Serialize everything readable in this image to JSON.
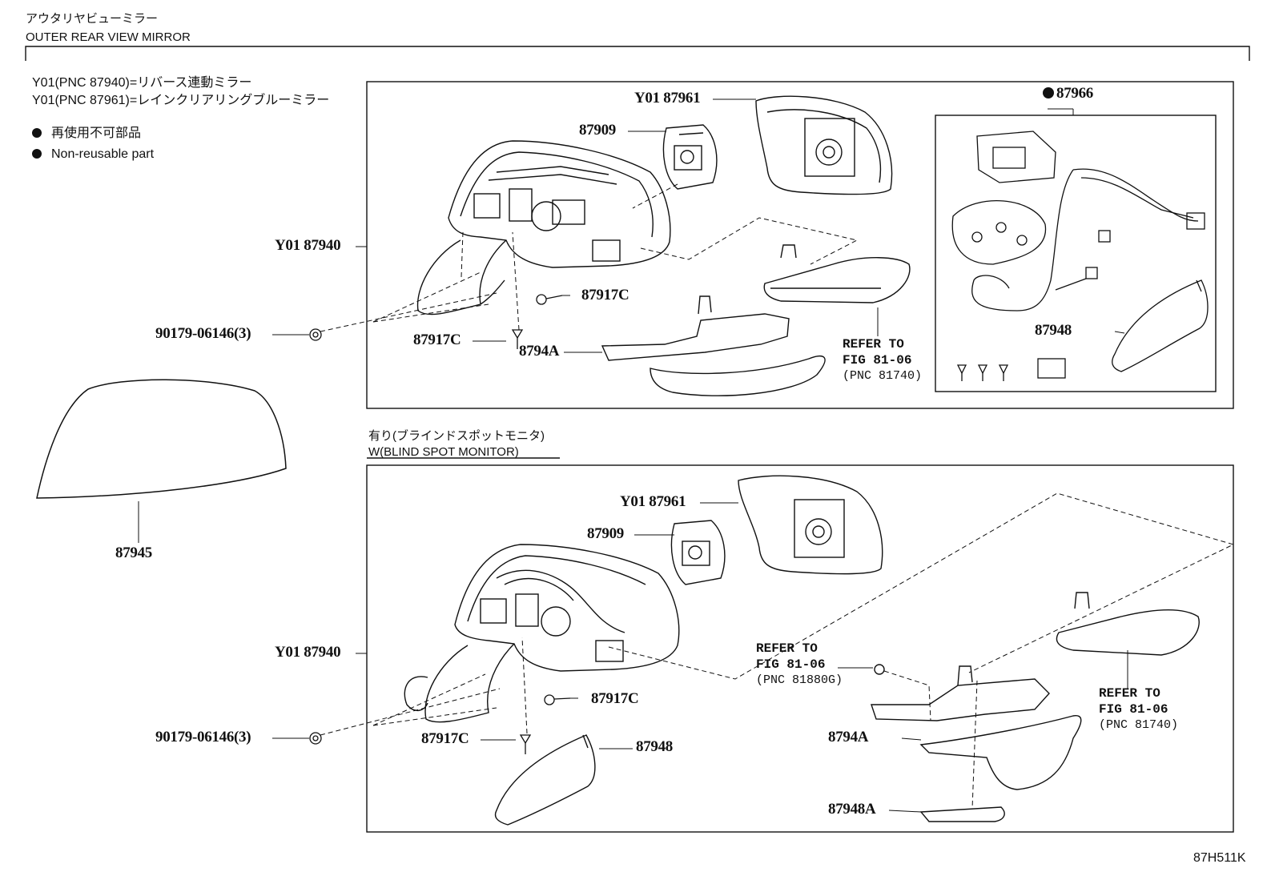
{
  "header": {
    "title_jp": "アウタリヤビューミラー",
    "title_en": "OUTER REAR VIEW MIRROR"
  },
  "notes": {
    "y01_87940": "Y01(PNC 87940)=リバース連動ミラー",
    "y01_87961": "Y01(PNC 87961)=レインクリアリングブルーミラー",
    "non_reusable_jp": "再使用不可部品",
    "non_reusable_en": "Non-reusable part"
  },
  "upper_panel": {
    "labels": {
      "y01_87961": "Y01 87961",
      "p87909": "87909",
      "y01_87940": "Y01 87940",
      "p90179": "90179-06146(3)",
      "p87917c_a": "87917C",
      "p87917c_b": "87917C",
      "p8794a": "8794A",
      "p87966": "87966",
      "p87948": "87948"
    },
    "refer": {
      "line1": "REFER TO",
      "line2": "FIG 81-06",
      "line3": "(PNC 81740)"
    }
  },
  "left_part": {
    "label": "87945"
  },
  "lower_panel": {
    "heading_jp": "有り(ブラインドスポットモニタ)",
    "heading_en": "W(BLIND SPOT MONITOR)",
    "labels": {
      "y01_87961": "Y01 87961",
      "p87909": "87909",
      "y01_87940": "Y01 87940",
      "p90179": "90179-06146(3)",
      "p87917c_a": "87917C",
      "p87917c_b": "87917C",
      "p87948": "87948",
      "p8794a": "8794A",
      "p87948a": "87948A"
    },
    "refer_a": {
      "line1": "REFER TO",
      "line2": "FIG 81-06",
      "line3": "(PNC 81880G)"
    },
    "refer_b": {
      "line1": "REFER TO",
      "line2": "FIG 81-06",
      "line3": "(PNC 81740)"
    }
  },
  "footer": {
    "code": "87H511K"
  }
}
